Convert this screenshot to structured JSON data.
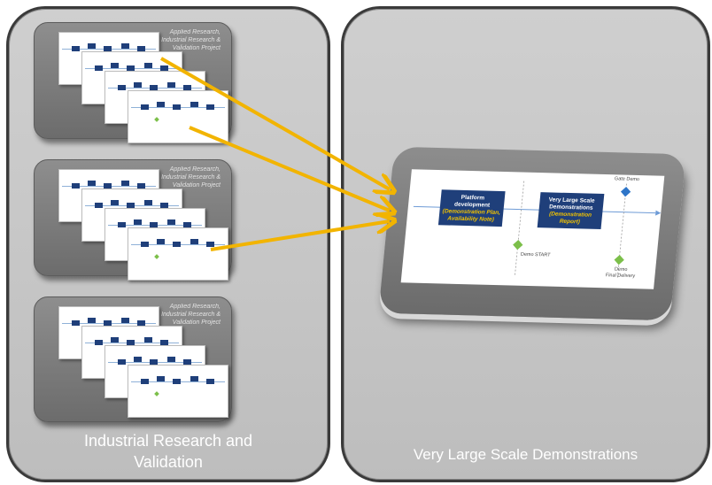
{
  "panels": {
    "left_caption_line1": "Industrial Research and",
    "left_caption_line2": "Validation",
    "right_caption": "Very Large Scale Demonstrations"
  },
  "trays": [
    {
      "label_line1": "Applied Research,",
      "label_line2": "Industrial Research &",
      "label_line3": "Validation Project"
    },
    {
      "label_line1": "Applied Research,",
      "label_line2": "Industrial Research &",
      "label_line3": "Validation Project"
    },
    {
      "label_line1": "Applied Research,",
      "label_line2": "Industrial Research &",
      "label_line3": "Validation Project"
    }
  ],
  "demo": {
    "box1_line1": "Platform",
    "box1_line2": "development",
    "box1_line3": "(Demonstration Plan,",
    "box1_line4": "Availability Note)",
    "box2_line1": "Very Large Scale",
    "box2_line2": "Demonstrations",
    "box2_line3": "(Demonstration",
    "box2_line4": "Report)",
    "gate_label": "Gate Demo",
    "start_label": "Demo START",
    "final_label_line1": "Demo",
    "final_label_line2": "Final Delivery"
  },
  "colors": {
    "arrow": "#f2b400",
    "box": "#1f3f7a",
    "milestone_green": "#7cbf4a",
    "milestone_blue": "#2e75c8"
  }
}
